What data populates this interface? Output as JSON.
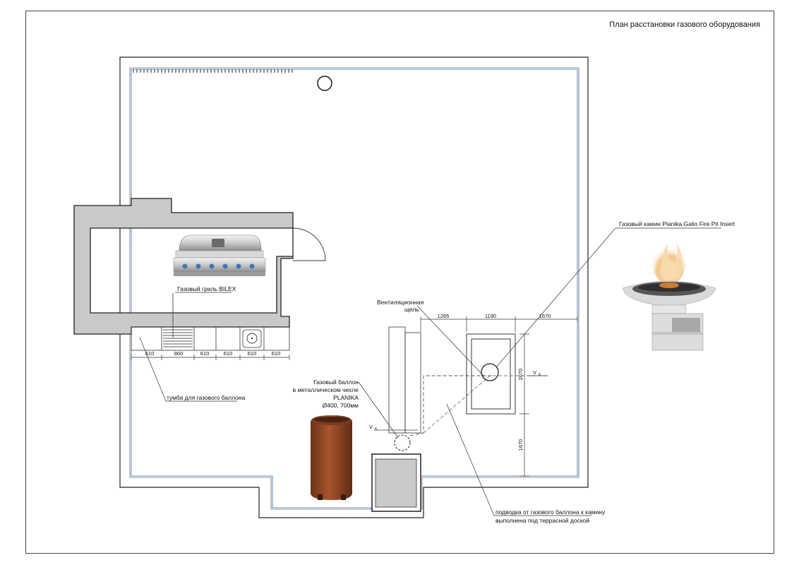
{
  "drawing": {
    "title": "План расстановки газового оборудования",
    "dims_top": [
      "1265",
      "1190",
      "1670"
    ],
    "dims_side": [
      "2070",
      "1670"
    ],
    "dims_counter": [
      "610",
      "860",
      "610",
      "610",
      "610",
      "610"
    ],
    "level_marks": [
      "V",
      "V"
    ],
    "level_sub": "6"
  },
  "labels": {
    "grill": "Газовый гриль BILEX",
    "fireplace": "Газовый камин Planika Galio Fire Pit Insert",
    "vent_line1": "Вентиляционная",
    "vent_line2": "щель",
    "cylinder_line1": "Газовый баллон",
    "cylinder_line2": "в металлическом чехле",
    "cylinder_line3": "PLANIKA",
    "cylinder_line4": "Ø400, 700мм",
    "cabinet": "тумба для газового баллона",
    "pipe_line1": "подводка от газового баллона к камину",
    "pipe_line2": "выполнена под террасной доской"
  },
  "icons": {
    "grill_image": "gas-grill-photo",
    "fireplace_image": "fire-pit-photo",
    "cylinder_image": "gas-cylinder-cover-photo",
    "sink": "sink-icon",
    "hatch": "drain-hatch-icon"
  }
}
